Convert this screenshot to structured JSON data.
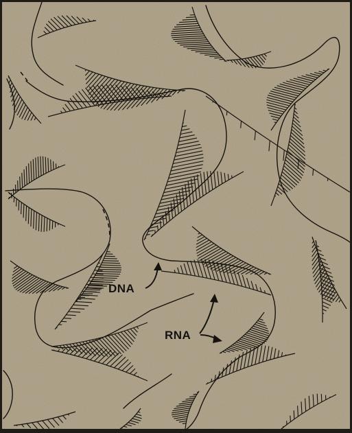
{
  "diagram": {
    "labels": {
      "dna": "DNA",
      "rna": "RNA"
    },
    "colors": {
      "paper": "#b5a98f",
      "ink": "#16130f",
      "border": "#1f1c18"
    },
    "strands": {
      "dna_count": 3,
      "rna_fronds_attached": 16
    }
  }
}
